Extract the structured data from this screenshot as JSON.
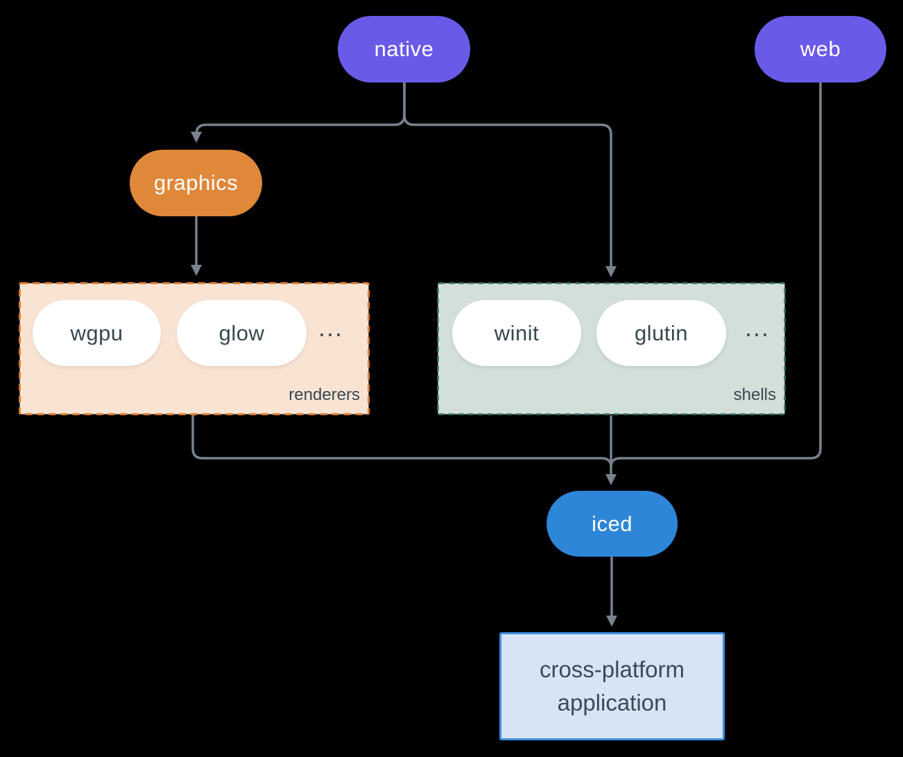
{
  "diagram": {
    "background_color": "#000000",
    "connector_color": "#78828E",
    "nodes": {
      "native": {
        "label": "native",
        "color": "#6A5AE8",
        "text_color": "#FFFFFF"
      },
      "web": {
        "label": "web",
        "color": "#6A5AE8",
        "text_color": "#FFFFFF"
      },
      "graphics": {
        "label": "graphics",
        "color": "#E0883A",
        "text_color": "#FFFFFF"
      },
      "iced": {
        "label": "iced",
        "color": "#2E86D8",
        "text_color": "#FFFFFF"
      },
      "application": {
        "line1": "cross-platform",
        "line2": "application",
        "color": "#D6E4F6",
        "border_color": "#3E8EDE",
        "text_color": "#3B4A56"
      }
    },
    "groups": {
      "renderers": {
        "label": "renderers",
        "items": [
          "wgpu",
          "glow"
        ],
        "ellipsis": "...",
        "fill_color": "#F9E4D4",
        "border_color": "#DD7E32",
        "item_text_color": "#37474F"
      },
      "shells": {
        "label": "shells",
        "items": [
          "winit",
          "glutin"
        ],
        "ellipsis": "...",
        "fill_color": "#D2DFDA",
        "border_color": "#35796B",
        "item_text_color": "#37474F"
      }
    },
    "edges": [
      {
        "from": "native",
        "to": "graphics"
      },
      {
        "from": "native",
        "to": "shells"
      },
      {
        "from": "graphics",
        "to": "renderers"
      },
      {
        "from": "renderers",
        "to": "iced"
      },
      {
        "from": "shells",
        "to": "iced"
      },
      {
        "from": "web",
        "to": "iced"
      },
      {
        "from": "iced",
        "to": "application"
      }
    ]
  }
}
